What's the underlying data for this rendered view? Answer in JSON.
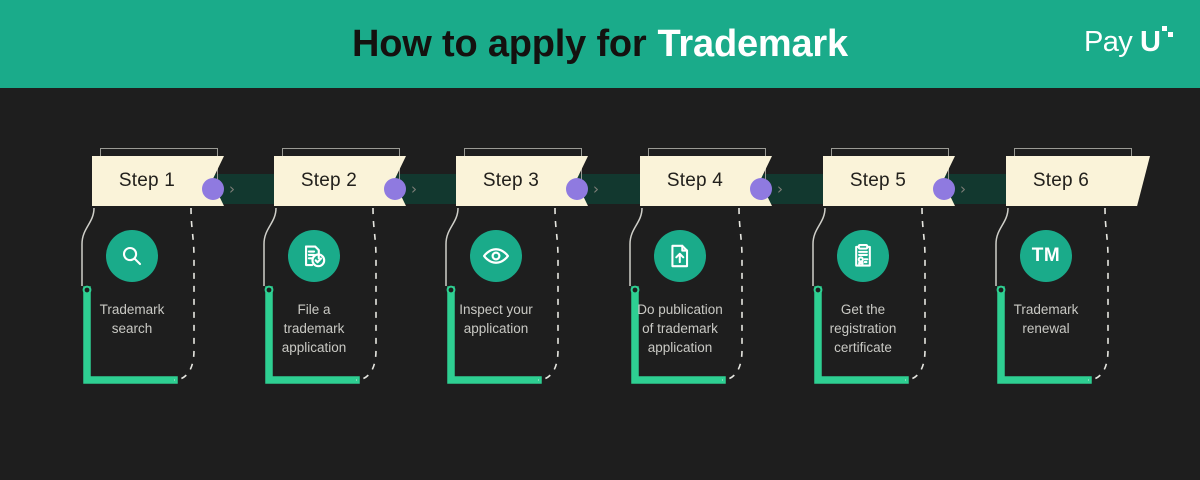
{
  "header": {
    "title_dark": "How to apply for",
    "title_light": "Trademark",
    "logo_pay": "Pay",
    "logo_u": "U"
  },
  "colors": {
    "header_bg": "#1aab8a",
    "page_bg": "#1e1e1e",
    "banner_bg": "#faf3d9",
    "rail": "#12382f",
    "marker": "#8f7ae0",
    "icon_bg": "#1aab8a",
    "bracket": "#2ecf92",
    "caption": "#c9c9c4"
  },
  "steps": [
    {
      "label": "Step 1",
      "caption": "Trademark\nsearch",
      "icon": "search-icon",
      "chevron": "›"
    },
    {
      "label": "Step 2",
      "caption": "File a\ntrademark\napplication",
      "icon": "document-check-icon",
      "chevron": "›"
    },
    {
      "label": "Step 3",
      "caption": "Inspect your\napplication",
      "icon": "eye-icon",
      "chevron": "›"
    },
    {
      "label": "Step 4",
      "caption": "Do publication\nof trademark\napplication",
      "icon": "document-upload-icon",
      "chevron": "›"
    },
    {
      "label": "Step 5",
      "caption": "Get the\nregistration\ncertificate",
      "icon": "clipboard-certificate-icon",
      "chevron": "›"
    },
    {
      "label": "Step 6",
      "caption": "Trademark\nrenewal",
      "icon": "tm-icon",
      "tm_text": "TM",
      "chevron": ""
    }
  ]
}
